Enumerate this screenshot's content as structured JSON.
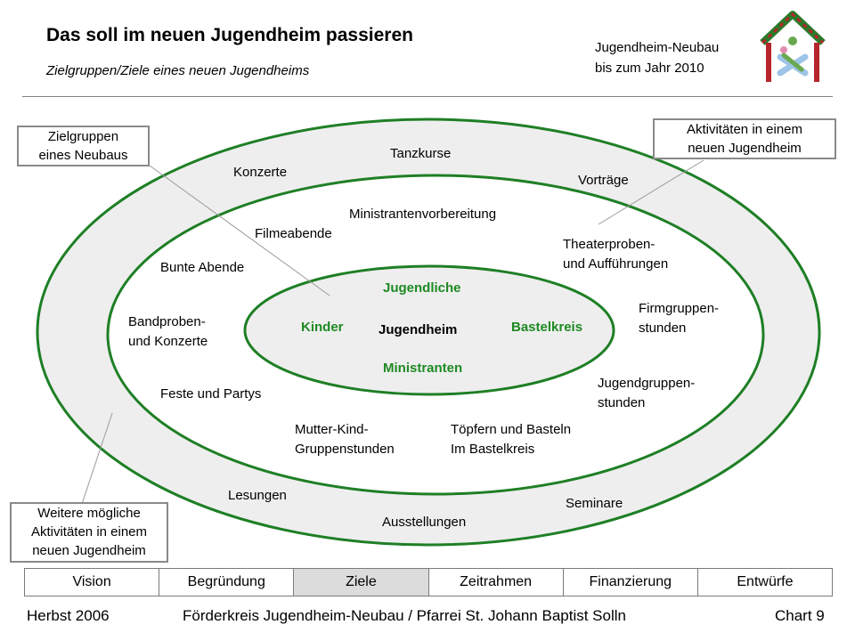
{
  "header": {
    "title": "Das soll im neuen Jugendheim passieren",
    "subtitle": "Zielgruppen/Ziele eines neuen Jugendheims",
    "project_line1": "Jugendheim-Neubau",
    "project_line2": "bis zum Jahr 2010"
  },
  "colors": {
    "ring": "#eeeeee",
    "ring_border": "#1e7f25",
    "target_group": "#1e8a23",
    "active_tab": "#dcdcdc"
  },
  "center": {
    "label": "Jugendheim",
    "groups": [
      "Jugendliche",
      "Kinder",
      "Bastelkreis",
      "Ministranten"
    ]
  },
  "activities": {
    "tanzkurse": "Tanzkurse",
    "konzerte": "Konzerte",
    "vortraege": "Vorträge",
    "ministranten_vorbereitung": "Ministrantenvorbereitung",
    "filmeabende": "Filmeabende",
    "theater_1": "Theaterproben-",
    "theater_2": "und Aufführungen",
    "bunte_abende": "Bunte Abende",
    "bandproben_1": "Bandproben-",
    "bandproben_2": "und Konzerte",
    "firmgruppen_1": "Firmgruppen-",
    "firmgruppen_2": "stunden",
    "jugendgruppen_1": "Jugendgruppen-",
    "jugendgruppen_2": "stunden",
    "feste": "Feste und Partys",
    "mutter_kind_1": "Mutter-Kind-",
    "mutter_kind_2": "Gruppenstunden",
    "toepfern_1": "Töpfern und Basteln",
    "toepfern_2": "Im Bastelkreis",
    "lesungen": "Lesungen",
    "seminare": "Seminare",
    "ausstellungen": "Ausstellungen"
  },
  "callouts": {
    "zielgruppen_1": "Zielgruppen",
    "zielgruppen_2": "eines Neubaus",
    "aktivitaeten_1": "Aktivitäten in einem",
    "aktivitaeten_2": "neuen Jugendheim",
    "weitere_1": "Weitere mögliche",
    "weitere_2": "Aktivitäten in einem",
    "weitere_3": "neuen Jugendheim"
  },
  "nav": {
    "tabs": [
      "Vision",
      "Begründung",
      "Ziele",
      "Zeitrahmen",
      "Finanzierung",
      "Entwürfe"
    ],
    "active": "Ziele"
  },
  "footer": {
    "left": "Herbst 2006",
    "center": "Förderkreis Jugendheim-Neubau / Pfarrei St. Johann Baptist Solln",
    "right": "Chart 9"
  }
}
